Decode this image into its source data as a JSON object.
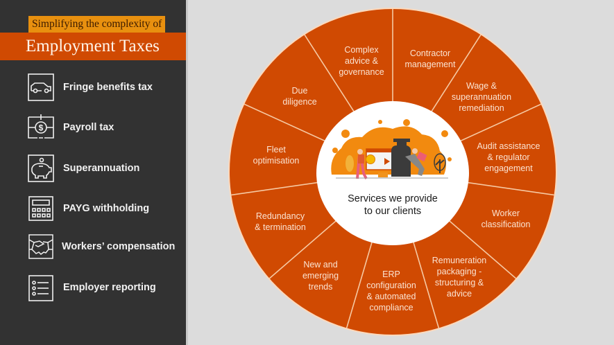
{
  "header": {
    "subtitle": "Simplifying the complexity of",
    "title": "Employment Taxes"
  },
  "sidebar": {
    "items": [
      {
        "label": "Fringe benefits tax",
        "icon": "car-icon"
      },
      {
        "label": "Payroll tax",
        "icon": "dollar-coin-icon"
      },
      {
        "label": "Superannuation",
        "icon": "piggy-bank-icon"
      },
      {
        "label": "PAYG withholding",
        "icon": "calculator-icon"
      },
      {
        "label": "Workers’ compensation",
        "icon": "handshake-icon"
      },
      {
        "label": "Employer reporting",
        "icon": "checklist-icon"
      }
    ]
  },
  "wheel": {
    "center_text": "Services we provide\nto our clients",
    "segments": [
      {
        "label": "Contractor\nmanagement"
      },
      {
        "label": "Wage &\nsuperannuation\nremediation"
      },
      {
        "label": "Audit assistance\n& regulator\nengagement"
      },
      {
        "label": "Worker\nclassification"
      },
      {
        "label": "Remuneration\npackaging -\nstructuring &\nadvice"
      },
      {
        "label": "ERP\nconfiguration\n& automated\ncompliance"
      },
      {
        "label": "New and\nemerging\ntrends"
      },
      {
        "label": "Redundancy\n& termination"
      },
      {
        "label": "Fleet\noptimisation"
      },
      {
        "label": "Due\ndiligence"
      },
      {
        "label": "Complex\nadvice &\ngovernance"
      }
    ]
  },
  "colors": {
    "panel": "#323232",
    "accent_orange": "#d04a02",
    "highlight_amber": "#e8900f",
    "background": "#dcdcdc"
  }
}
